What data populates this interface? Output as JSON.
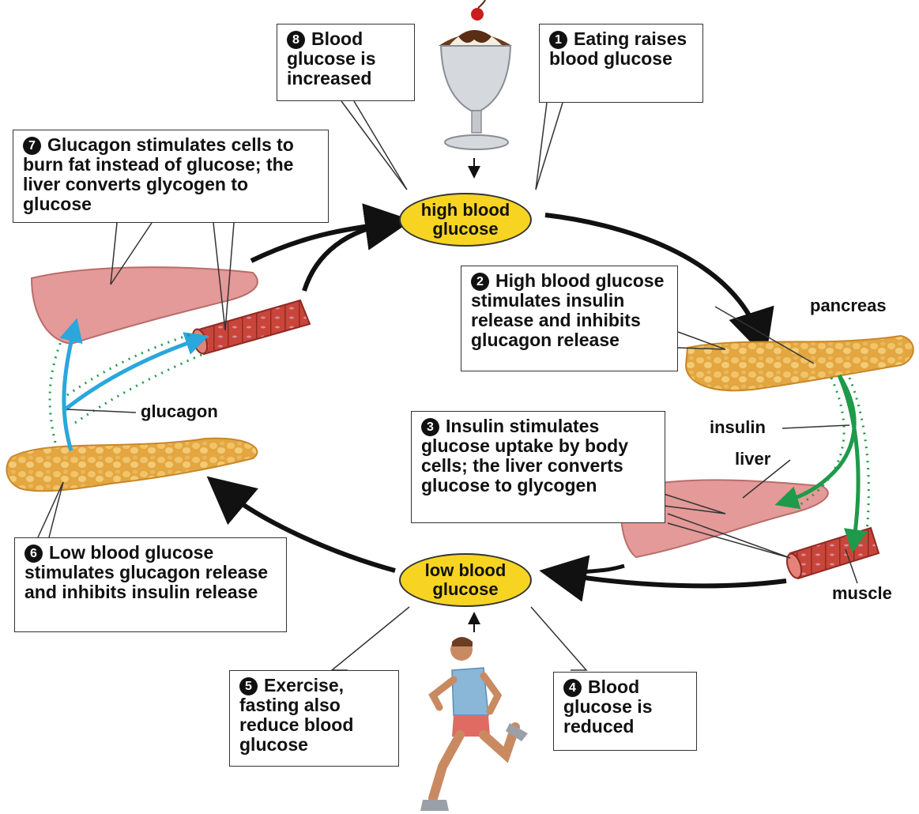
{
  "nodes": {
    "high_glucose": "high blood glucose",
    "low_glucose": "low blood glucose"
  },
  "steps": [
    {
      "num": "1",
      "text": "Eating raises blood glucose"
    },
    {
      "num": "2",
      "text": "High blood glucose stimulates insulin release and inhibits glucagon release"
    },
    {
      "num": "3",
      "text": "Insulin stimulates glucose uptake by body cells; the liver converts glucose to glycogen"
    },
    {
      "num": "4",
      "text": "Blood glucose is reduced"
    },
    {
      "num": "5",
      "text": "Exercise, fasting also reduce blood glucose"
    },
    {
      "num": "6",
      "text": "Low blood glucose stimulates glucagon release and inhibits insulin release"
    },
    {
      "num": "7",
      "text": "Glucagon stimulates cells to burn fat instead of glucose; the liver converts glycogen to glucose"
    },
    {
      "num": "8",
      "text": "Blood glucose is increased"
    }
  ],
  "labels": {
    "pancreas": "pancreas",
    "insulin": "insulin",
    "liver": "liver",
    "muscle": "muscle",
    "glucagon": "glucagon"
  },
  "colors": {
    "insulin_arrow": "#1e9a4a",
    "glucagon_arrow": "#2aa7dc",
    "oval_fill": "#f7d422",
    "cycle_arrow": "#111111"
  }
}
